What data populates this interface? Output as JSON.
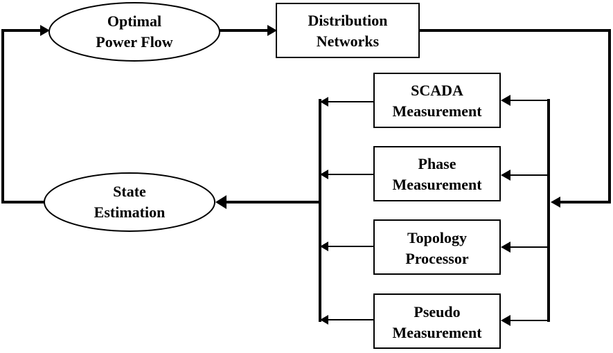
{
  "nodes": {
    "optimal_power_flow": {
      "line1": "Optimal",
      "line2": "Power Flow"
    },
    "distribution_networks": {
      "line1": "Distribution",
      "line2": "Networks"
    },
    "scada": {
      "line1": "SCADA",
      "line2": "Measurement"
    },
    "phase": {
      "line1": "Phase",
      "line2": "Measurement"
    },
    "topology": {
      "line1": "Topology",
      "line2": "Processor"
    },
    "pseudo": {
      "line1": "Pseudo",
      "line2": "Measurement"
    },
    "state_estimation": {
      "line1": "State",
      "line2": "Estimation"
    }
  },
  "colors": {
    "stroke": "#000000",
    "fill": "#ffffff"
  }
}
